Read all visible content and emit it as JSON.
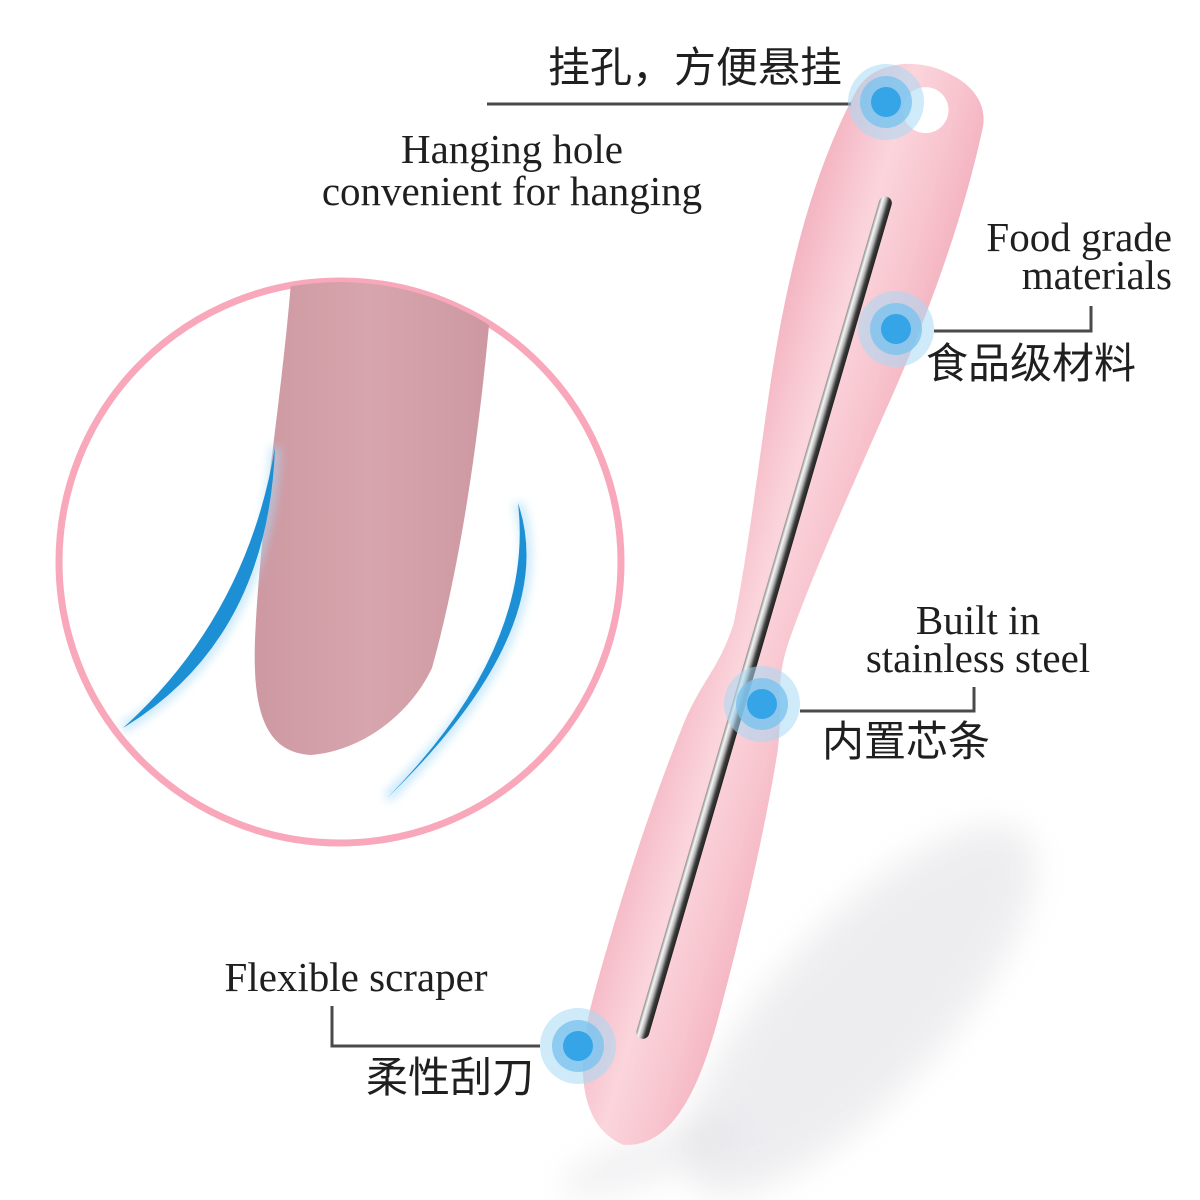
{
  "annotations": {
    "hanging": {
      "zh": "挂孔，方便悬挂",
      "en_line1": "Hanging hole",
      "en_line2": "convenient for hanging"
    },
    "food_grade": {
      "en_line1": "Food grade",
      "en_line2": "materials",
      "zh": "食品级材料"
    },
    "stainless": {
      "en_line1": "Built in",
      "en_line2": "stainless steel",
      "zh": "内置芯条"
    },
    "scraper": {
      "en": "Flexible scraper",
      "zh": "柔性刮刀"
    }
  },
  "colors": {
    "background": "#ffffff",
    "text": "#1f1f1f",
    "leader_line": "#4a4a4a",
    "spatula_pink": "#f8c5cf",
    "spatula_pink_edge": "#f3b2c0",
    "spatula_pink_mid": "#fbd5dc",
    "steel_dark": "#222222",
    "steel_highlight": "#f8f8f8",
    "hole_white": "#ffffff",
    "inset_ring_pink": "#f8a8ba",
    "inset_blade_pink": "#d7a5ad",
    "inset_blade_dark": "#cc97a0",
    "swoosh_blue": "#1d8fd4",
    "swoosh_glow": "#aadcf5",
    "dot_core": "#35a5e8",
    "dot_mid": "#7cc3ee",
    "dot_outer": "#a8d8f4",
    "shadow_gray": "#d9d9de"
  }
}
